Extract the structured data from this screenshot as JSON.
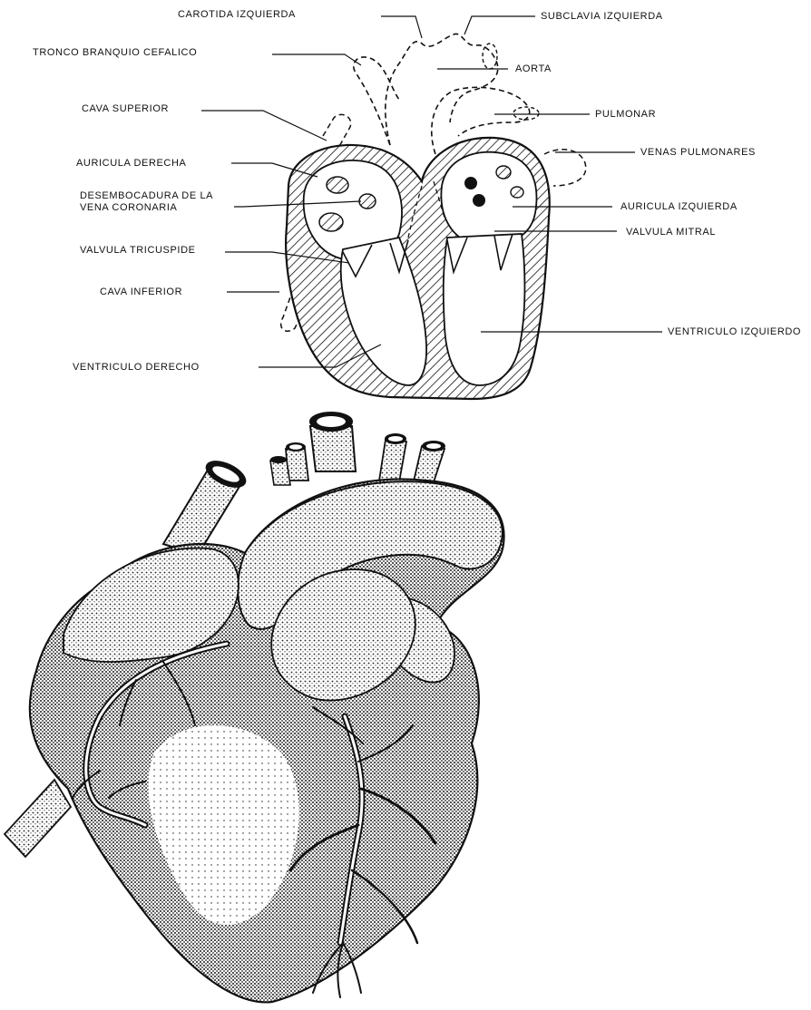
{
  "labels": {
    "carotida": "CAROTIDA IZQUIERDA",
    "subclavia": "SUBCLAVIA IZQUIERDA",
    "tronco": "TRONCO BRANQUIO CEFALICO",
    "aorta": "AORTA",
    "cava_superior": "CAVA SUPERIOR",
    "pulmonar": "PULMONAR",
    "auricula_derecha": "AURICULA DERECHA",
    "venas_pulmonares": "VENAS PULMONARES",
    "desembocadura": "DESEMBOCADURA DE LA\nVENA CORONARIA",
    "auricula_izquierda": "AURICULA IZQUIERDA",
    "valvula_tricuspide": "VALVULA TRICUSPIDE",
    "valvula_mitral": "VALVULA MITRAL",
    "cava_inferior": "CAVA INFERIOR",
    "ventriculo_izquierdo": "VENTRICULO IZQUIERDO",
    "ventriculo_derecho": "VENTRICULO DERECHO"
  },
  "colors": {
    "ink": "#111111",
    "paper": "#ffffff",
    "stipple": "#1a1a1a"
  }
}
